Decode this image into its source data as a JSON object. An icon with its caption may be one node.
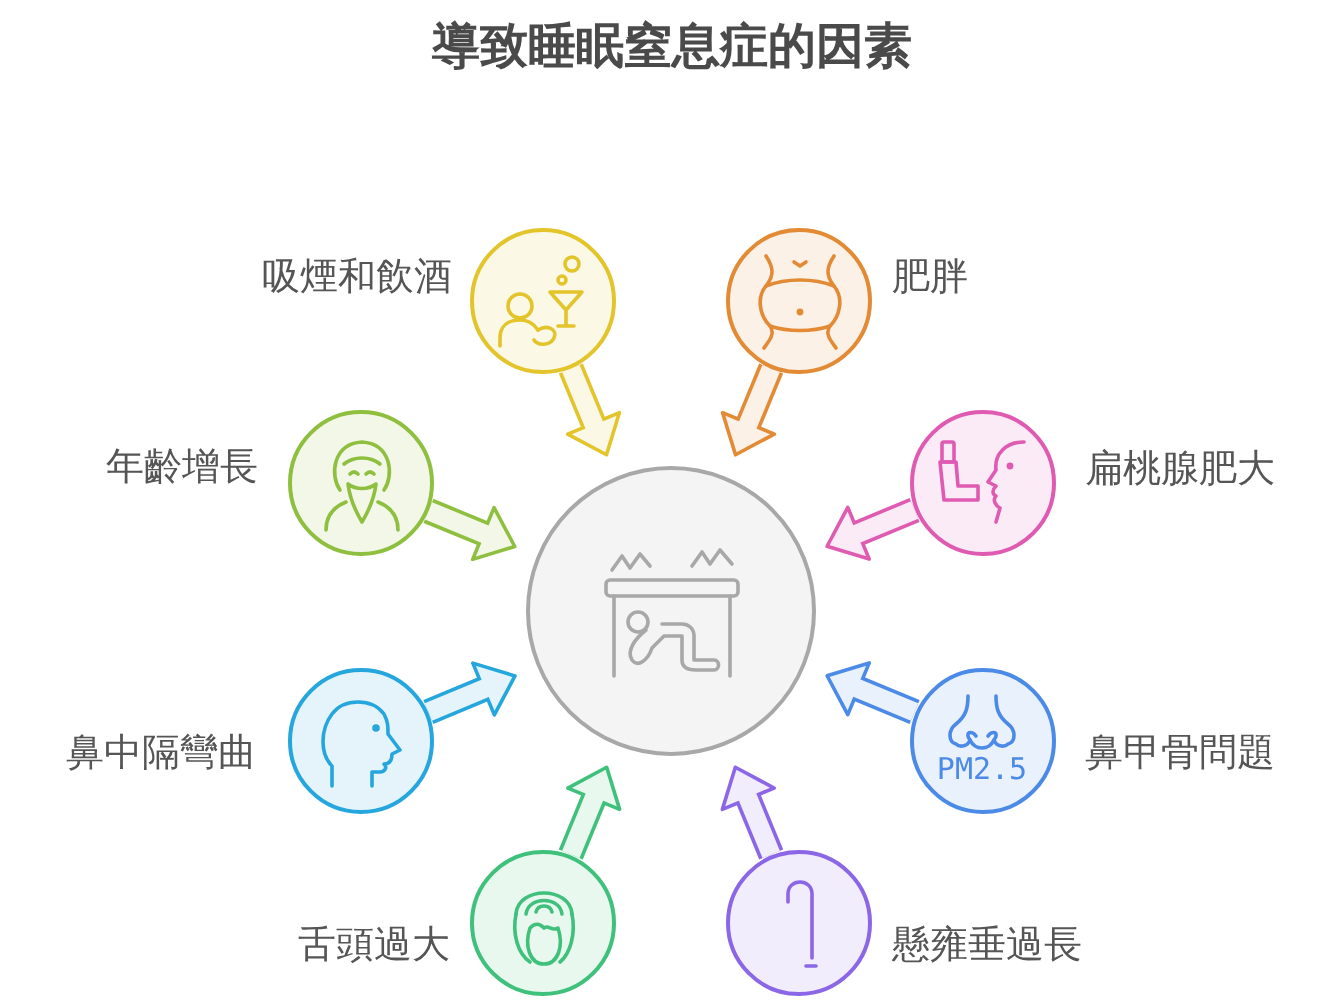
{
  "diagram": {
    "title": "導致睡眠窒息症的因素",
    "nodes": [
      {
        "text": [
          "吸煙和飲酒"
        ]
      },
      {
        "text": [
          "肥胖"
        ]
      },
      {
        "text": [
          "年齡增長"
        ]
      },
      {
        "text": [
          "扁桃腺肥大"
        ]
      },
      {
        "text": [],
        "shape": "circle"
      },
      {
        "text": [
          "鼻中隔彎曲"
        ]
      },
      {
        "text": [
          "PM2.5",
          "鼻甲骨問題"
        ]
      },
      {
        "text": [
          "舌頭過大"
        ]
      },
      {
        "text": [
          "懸雍垂過長"
        ]
      }
    ],
    "edges": [
      {
        "from": 0,
        "to": 4,
        "arrow": "to",
        "color": "#e3c42b"
      },
      {
        "from": 1,
        "to": 4,
        "arrow": "to",
        "color": "#e38a35"
      },
      {
        "from": 2,
        "to": 4,
        "arrow": "to",
        "color": "#8fbf3f"
      },
      {
        "from": 3,
        "to": 4,
        "arrow": "to",
        "color": "#df5bb2"
      },
      {
        "from": 5,
        "to": 4,
        "arrow": "to",
        "color": "#25a6dd"
      },
      {
        "from": 6,
        "to": 4,
        "arrow": "to",
        "color": "#4b8ae6"
      },
      {
        "from": 7,
        "to": 4,
        "arrow": "to",
        "color": "#3fc17c"
      },
      {
        "from": 8,
        "to": 4,
        "arrow": "to",
        "color": "#8b66e6"
      }
    ]
  }
}
